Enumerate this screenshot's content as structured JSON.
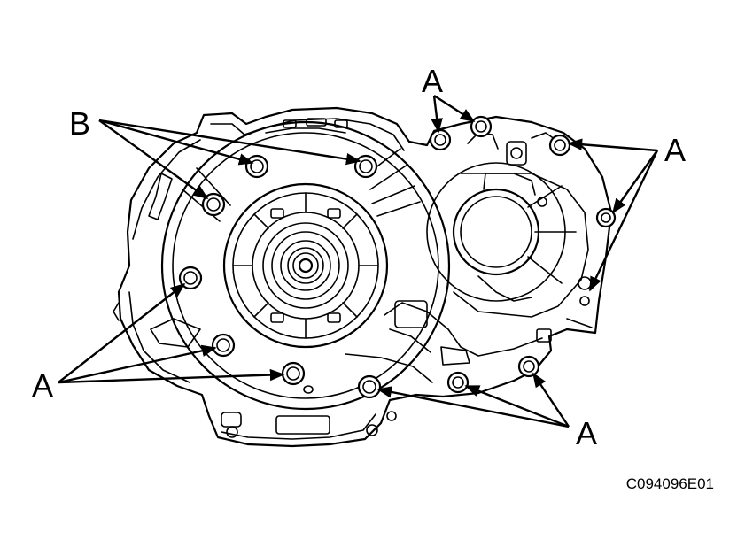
{
  "callouts": {
    "a_top": "A",
    "a_right": "A",
    "a_left": "A",
    "a_bottom": "A",
    "b": "B"
  },
  "figure_code": "C094096E01"
}
